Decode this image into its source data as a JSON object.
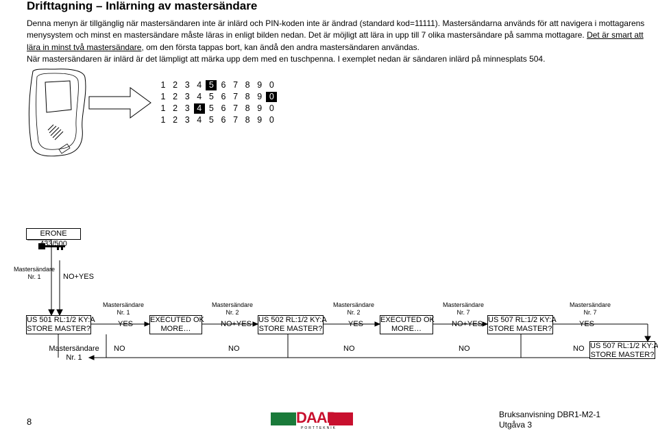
{
  "title": "Drifttagning – Inlärning av mastersändare",
  "paragraph": {
    "part1": "Denna menyn är tillgänglig när mastersändaren inte är inlärd och PIN-koden inte är ändrad (standard kod=11111). Mastersändarna används för att navigera i mottagarens menysystem och minst en mastersändare måste läras in enligt bilden nedan. Det är möjligt att lära in upp till 7 olika mastersändare på samma mottagare. ",
    "underlined": "Det är smart att lära in minst två mastersändare",
    "part2": ", om den första tappas bort, kan ändå den andra mastersändaren användas.",
    "line2": " När mastersändaren är inlärd är det lämpligt att märka upp dem med en tuschpenna. I exemplet nedan är sändaren inlärd på minnesplats 504."
  },
  "code_grid": {
    "digits": [
      "1",
      "2",
      "3",
      "4",
      "5",
      "6",
      "7",
      "8",
      "9",
      "0"
    ],
    "rows": [
      {
        "highlight": 4
      },
      {
        "highlight": 9
      },
      {
        "highlight": 3
      },
      {
        "highlight": -1
      }
    ]
  },
  "diagram": {
    "erone_box": "ERONE 433/500",
    "master_nr1_top": "Mastersändare\nNr. 1",
    "no_yes_1": "NO+YES",
    "us501": "US 501 RL:1/2 KY:A\nSTORE MASTER?",
    "master_label_1": "Mastersändare\nNr. 1",
    "yes_1": "YES",
    "executed_1": "EXECUTED OK\nMORE…",
    "master_label_2": "Mastersändare\nNr. 2",
    "no_yes_2": "NO+YES",
    "us502": "US 502 RL:1/2 KY:A\nSTORE MASTER?",
    "master_label_3": "Mastersändare\nNr. 2",
    "yes_2": "YES",
    "executed_2": "EXECUTED OK\nMORE…",
    "master_label_4": "Mastersändare\nNr. 7",
    "no_yes_3": "NO+YES",
    "us507": "US 507 RL:1/2 KY:A\nSTORE MASTER?",
    "master_label_5": "Mastersändare\nNr. 7",
    "yes_3": "YES",
    "master_bottom": "Mastersändare\nNr. 1",
    "no_labels": [
      "NO",
      "NO",
      "NO",
      "NO",
      "NO"
    ],
    "us507_end": "US 507 RL:1/2 KY:A\nSTORE MASTER?"
  },
  "footer": {
    "page_number": "8",
    "manual": "Bruksanvisning DBR1-M2-1",
    "edition": "Utgåva 3",
    "logo_text": "DAAB",
    "logo_sub": "PORTTEKNIK"
  },
  "colors": {
    "logo_green": "#1a7a3a",
    "logo_red": "#c8102e"
  }
}
